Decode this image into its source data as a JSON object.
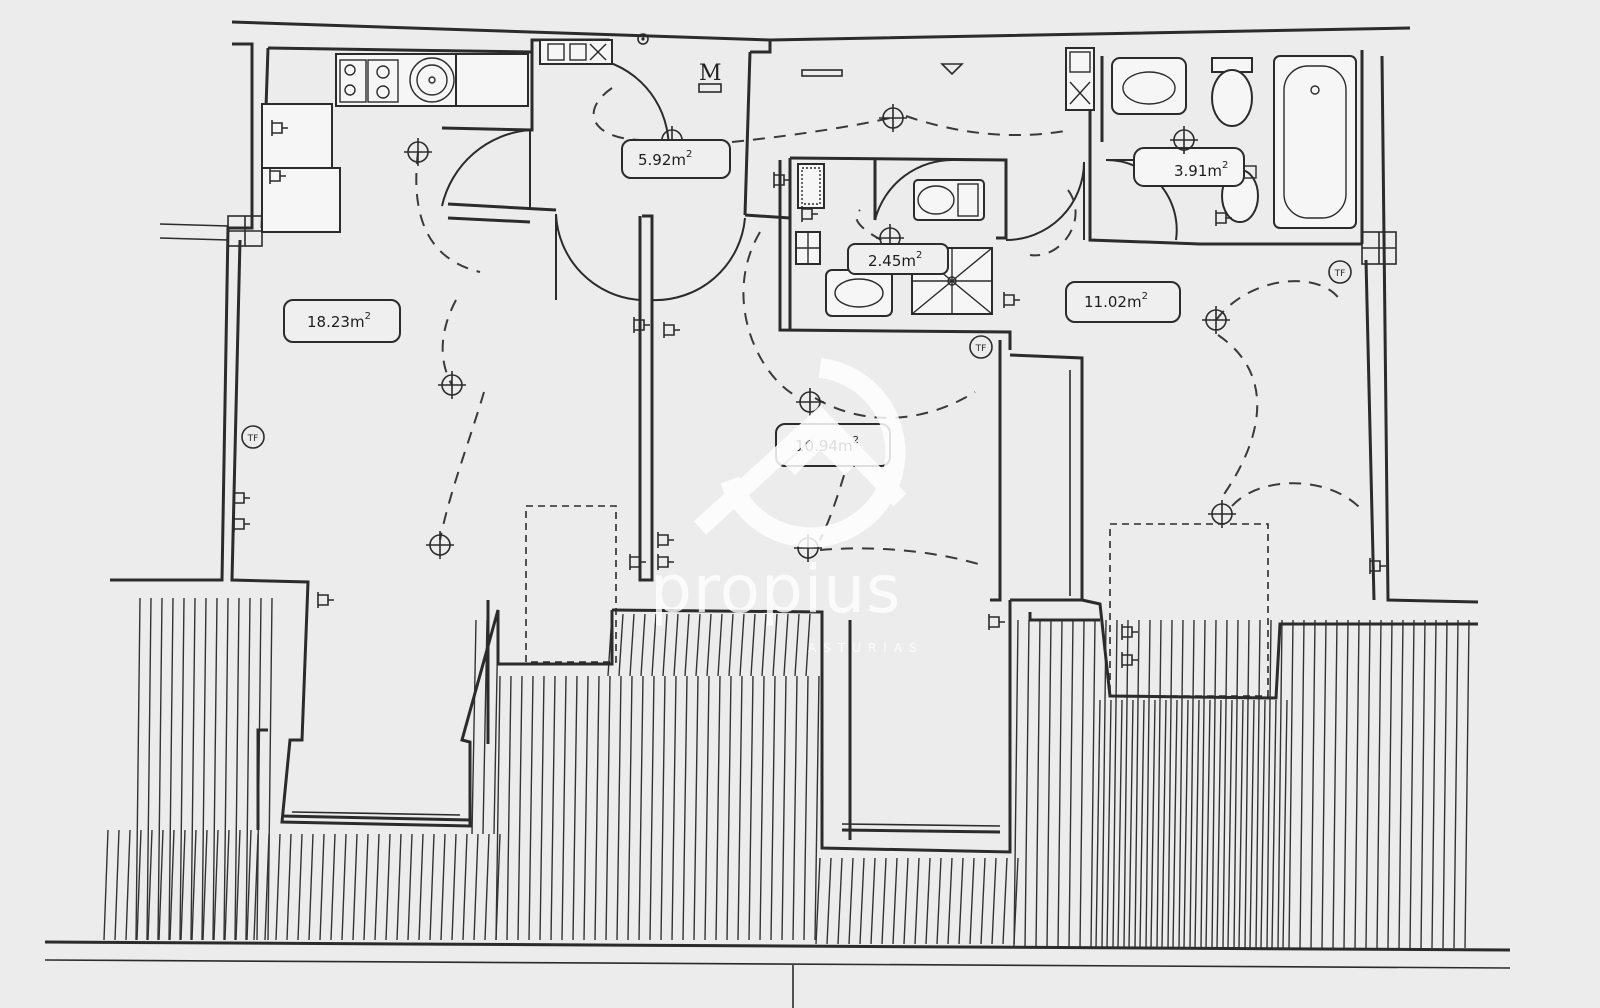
{
  "rooms": [
    {
      "id": "living",
      "area": "18.23",
      "unit": "m"
    },
    {
      "id": "hall",
      "area": "5.92",
      "unit": "m"
    },
    {
      "id": "bathroom-small",
      "area": "2.45",
      "unit": "m"
    },
    {
      "id": "bedroom-center",
      "area": "10.94",
      "unit": "m"
    },
    {
      "id": "bathroom-large",
      "area": "3.91",
      "unit": "m"
    },
    {
      "id": "bedroom-right",
      "area": "11.02",
      "unit": "m"
    }
  ],
  "unit_superscript": "2",
  "symbols": {
    "meter_label": "M",
    "tf_label": "TF"
  },
  "watermark": {
    "brand": "propius",
    "sub": "ASTURIAS",
    "color": "#ffffff"
  },
  "colors": {
    "paper": "#ececec",
    "ink": "#2b2b2b"
  }
}
